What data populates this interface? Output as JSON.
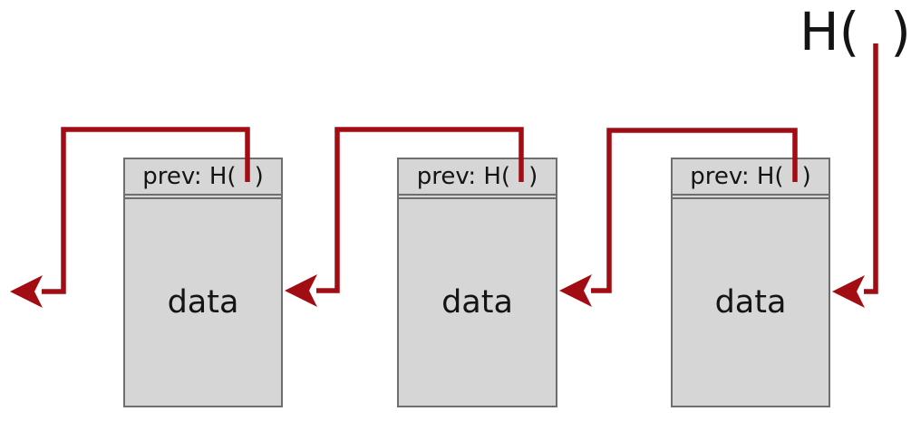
{
  "diagram": {
    "top_label": {
      "prefix": "H(",
      "suffix": ")"
    },
    "blocks": [
      {
        "header_prefix": "prev: H(",
        "header_suffix": ")",
        "body": "data"
      },
      {
        "header_prefix": "prev: H(",
        "header_suffix": ")",
        "body": "data"
      },
      {
        "header_prefix": "prev: H(",
        "header_suffix": ")",
        "body": "data"
      }
    ]
  },
  "colors": {
    "arrow": "#a20d13",
    "box_fill": "#d6d6d6",
    "box_border": "#6e6e6e",
    "text": "#141414",
    "background": "#ffffff"
  }
}
